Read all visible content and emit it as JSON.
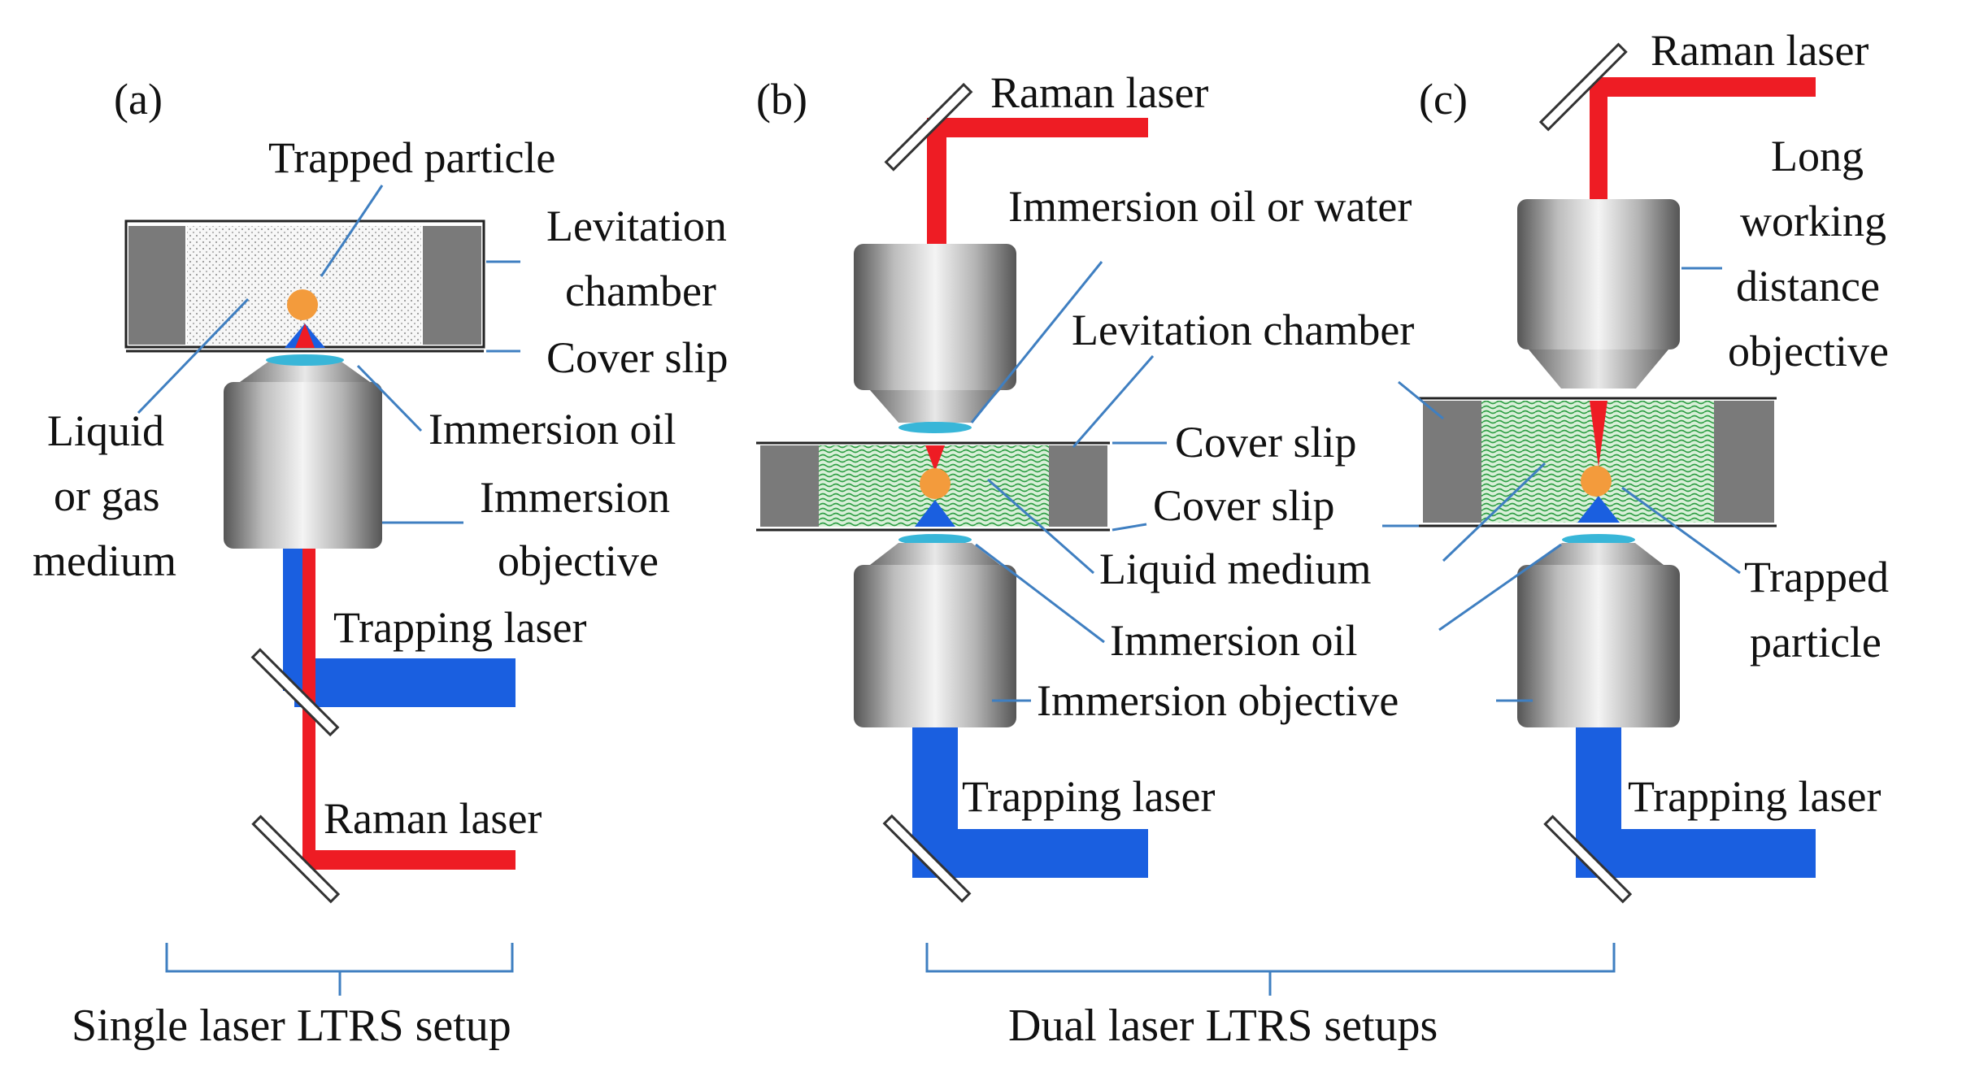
{
  "panels": {
    "a": {
      "tag": "(a)",
      "trapped_particle": "Trapped particle",
      "levitation_chamber_1": "Levitation",
      "levitation_chamber_2": "chamber",
      "cover_slip": "Cover slip",
      "immersion_oil": "Immersion oil",
      "medium_1": "Liquid",
      "medium_2": "or gas",
      "medium_3": "medium",
      "objective_1": "Immersion",
      "objective_2": "objective",
      "trapping_laser": "Trapping laser",
      "raman_laser": "Raman laser"
    },
    "b": {
      "tag": "(b)",
      "raman_laser": "Raman laser",
      "immersion_oil_water": "Immersion oil or water",
      "levitation_chamber": "Levitation chamber",
      "cover_slip_top": "Cover slip",
      "cover_slip_bottom": "Cover slip",
      "liquid_medium": "Liquid medium",
      "immersion_oil": "Immersion oil",
      "immersion_objective": "Immersion objective",
      "trapping_laser": "Trapping laser"
    },
    "c": {
      "tag": "(c)",
      "raman_laser": "Raman laser",
      "lwd_1": "Long",
      "lwd_2": "working",
      "lwd_3": "distance",
      "lwd_4": "objective",
      "trapped_1": "Trapped",
      "trapped_2": "particle",
      "trapping_laser": "Trapping laser"
    }
  },
  "captions": {
    "single": "Single laser LTRS setup",
    "dual": "Dual laser LTRS setups"
  },
  "colors": {
    "raman_beam": "#ee1c24",
    "trapping_beam": "#1a5fe0",
    "annotation": "#3f7fc1",
    "particle": "#f39b3c",
    "chamber_wall": "#7a7a7a",
    "medium_a": "#e6e6e6",
    "medium_bc": "#33a84a",
    "oil": "#38b6d8"
  }
}
